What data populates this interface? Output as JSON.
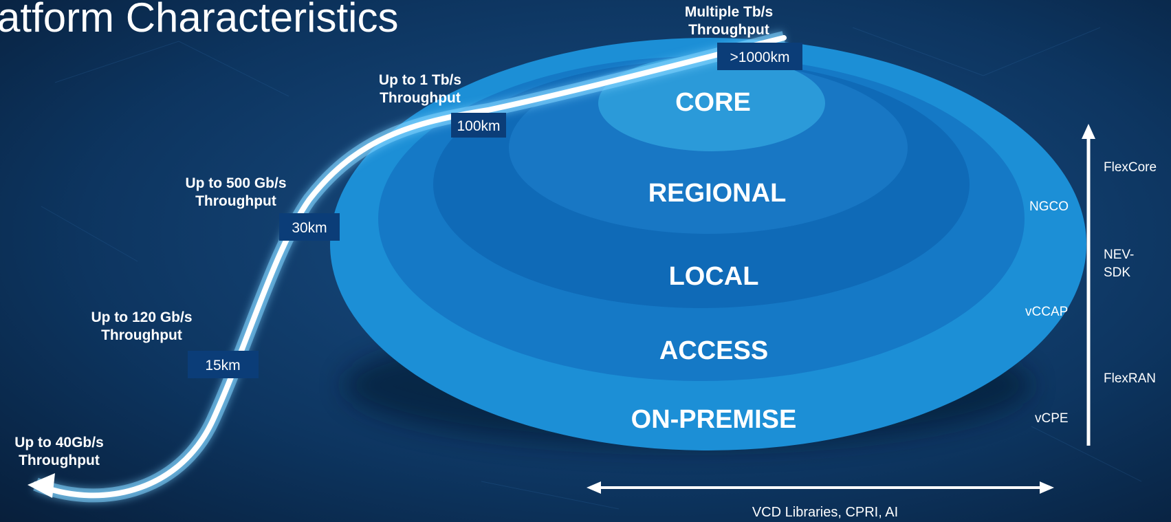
{
  "title": "atform Characteristics",
  "tiers": [
    {
      "id": "core",
      "label": "CORE"
    },
    {
      "id": "regional",
      "label": "REGIONAL"
    },
    {
      "id": "local",
      "label": "LOCAL"
    },
    {
      "id": "access",
      "label": "ACCESS"
    },
    {
      "id": "on_premise",
      "label": "ON-PREMISE"
    }
  ],
  "throughput": {
    "t1": {
      "line1": "Up to 40Gb/s",
      "line2": "Throughput"
    },
    "t2": {
      "line1": "Up to 120 Gb/s",
      "line2": "Throughput"
    },
    "t3": {
      "line1": "Up to 500 Gb/s",
      "line2": "Throughput"
    },
    "t4": {
      "line1": "Up to 1 Tb/s",
      "line2": "Throughput"
    },
    "t5": {
      "line1": "Multiple Tb/s",
      "line2": "Throughput"
    }
  },
  "distances": {
    "d1": "15km",
    "d2": "30km",
    "d3": "100km",
    "d4": ">1000km"
  },
  "right_labels": {
    "flexcore": "FlexCore",
    "ngco": "NGCO",
    "nev_line1": "NEV-",
    "nev_line2": "SDK",
    "vccap": "vCCAP",
    "flexran": "FlexRAN",
    "vcpe": "vCPE"
  },
  "bottom_label": "VCD Libraries, CPRI, AI",
  "colors": {
    "background": "#0a2a4d",
    "distance_box": "#0b3d78",
    "white": "#ffffff"
  }
}
